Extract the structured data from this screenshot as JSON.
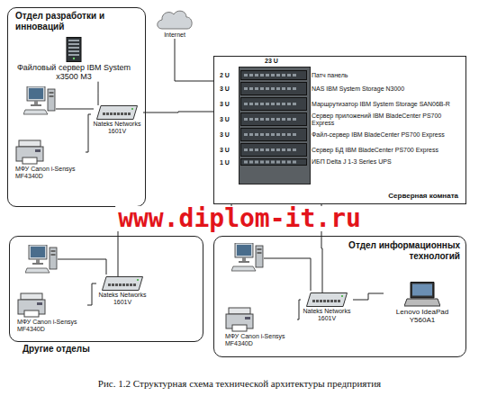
{
  "diagram": {
    "caption": "Рис. 1.2 Структурная схема технической архитектуры предприятия",
    "nodes": [
      {
        "text": [
          "Отдел разработки и инноваций"
        ]
      },
      {
        "text": [
          "Файловый сервер IBM System x3500 M3"
        ],
        "in": 0
      },
      {
        "text": [
          "Nateks Networks 1601V"
        ],
        "in": 0
      },
      {
        "text": [
          "МФУ Canon i-Sensys MF4340D"
        ],
        "in": 0
      },
      {
        "text": [
          "Internet"
        ]
      },
      {
        "text": [
          "23 U",
          "Серверная комната"
        ]
      },
      {
        "text": [
          "2 U",
          "Патч панель"
        ],
        "in": 5
      },
      {
        "text": [
          "3 U",
          "NAS IBM System Storage N3000"
        ],
        "in": 5
      },
      {
        "text": [
          "3 U",
          "Маршрутизатор IBM System Storage SAN06B-R"
        ],
        "in": 5
      },
      {
        "text": [
          "3 U",
          "Сервер приложений IBM BladeCenter PS700 Express"
        ],
        "in": 5
      },
      {
        "text": [
          "3 U",
          "Файл-сервер IBM BladeCenter PS700 Express"
        ],
        "in": 5
      },
      {
        "text": [
          "3 U",
          "Сервер БД IBM BladeCenter PS700 Express"
        ],
        "in": 5
      },
      {
        "text": [
          "1 U",
          "ИБП Delta J 1-3 Series UPS"
        ],
        "in": 5
      },
      {
        "text": [
          "Другие отделы"
        ]
      },
      {
        "text": [
          "Nateks Networks 1601V"
        ],
        "in": 13
      },
      {
        "text": [
          "МФУ Canon i-Sensys MF4340D"
        ],
        "in": 13
      },
      {
        "text": [
          "Отдел информационных технологий"
        ]
      },
      {
        "text": [
          "Nateks Networks 1601V"
        ],
        "in": 16
      },
      {
        "text": [
          "МФУ Canon i-Sensys MF4340D"
        ],
        "in": 16
      },
      {
        "text": [
          "Lenovo IdeaPad Y560A1"
        ],
        "in": 16
      }
    ],
    "edges": [
      {
        "from": 1,
        "to": 2,
        "arrow": "none"
      },
      {
        "from": 3,
        "to": 2,
        "arrow": "none"
      },
      {
        "from": 2,
        "to": 5,
        "arrow": "none"
      },
      {
        "from": 4,
        "to": 5,
        "arrow": "none"
      },
      {
        "from": 14,
        "to": 5,
        "arrow": "none"
      },
      {
        "from": 15,
        "to": 14,
        "arrow": "none"
      },
      {
        "from": 17,
        "to": 5,
        "arrow": "none"
      },
      {
        "from": 18,
        "to": 17,
        "arrow": "none"
      },
      {
        "from": 19,
        "to": 17,
        "arrow": "none"
      }
    ],
    "labels": [
      "www.diplom-it.ru"
    ]
  }
}
